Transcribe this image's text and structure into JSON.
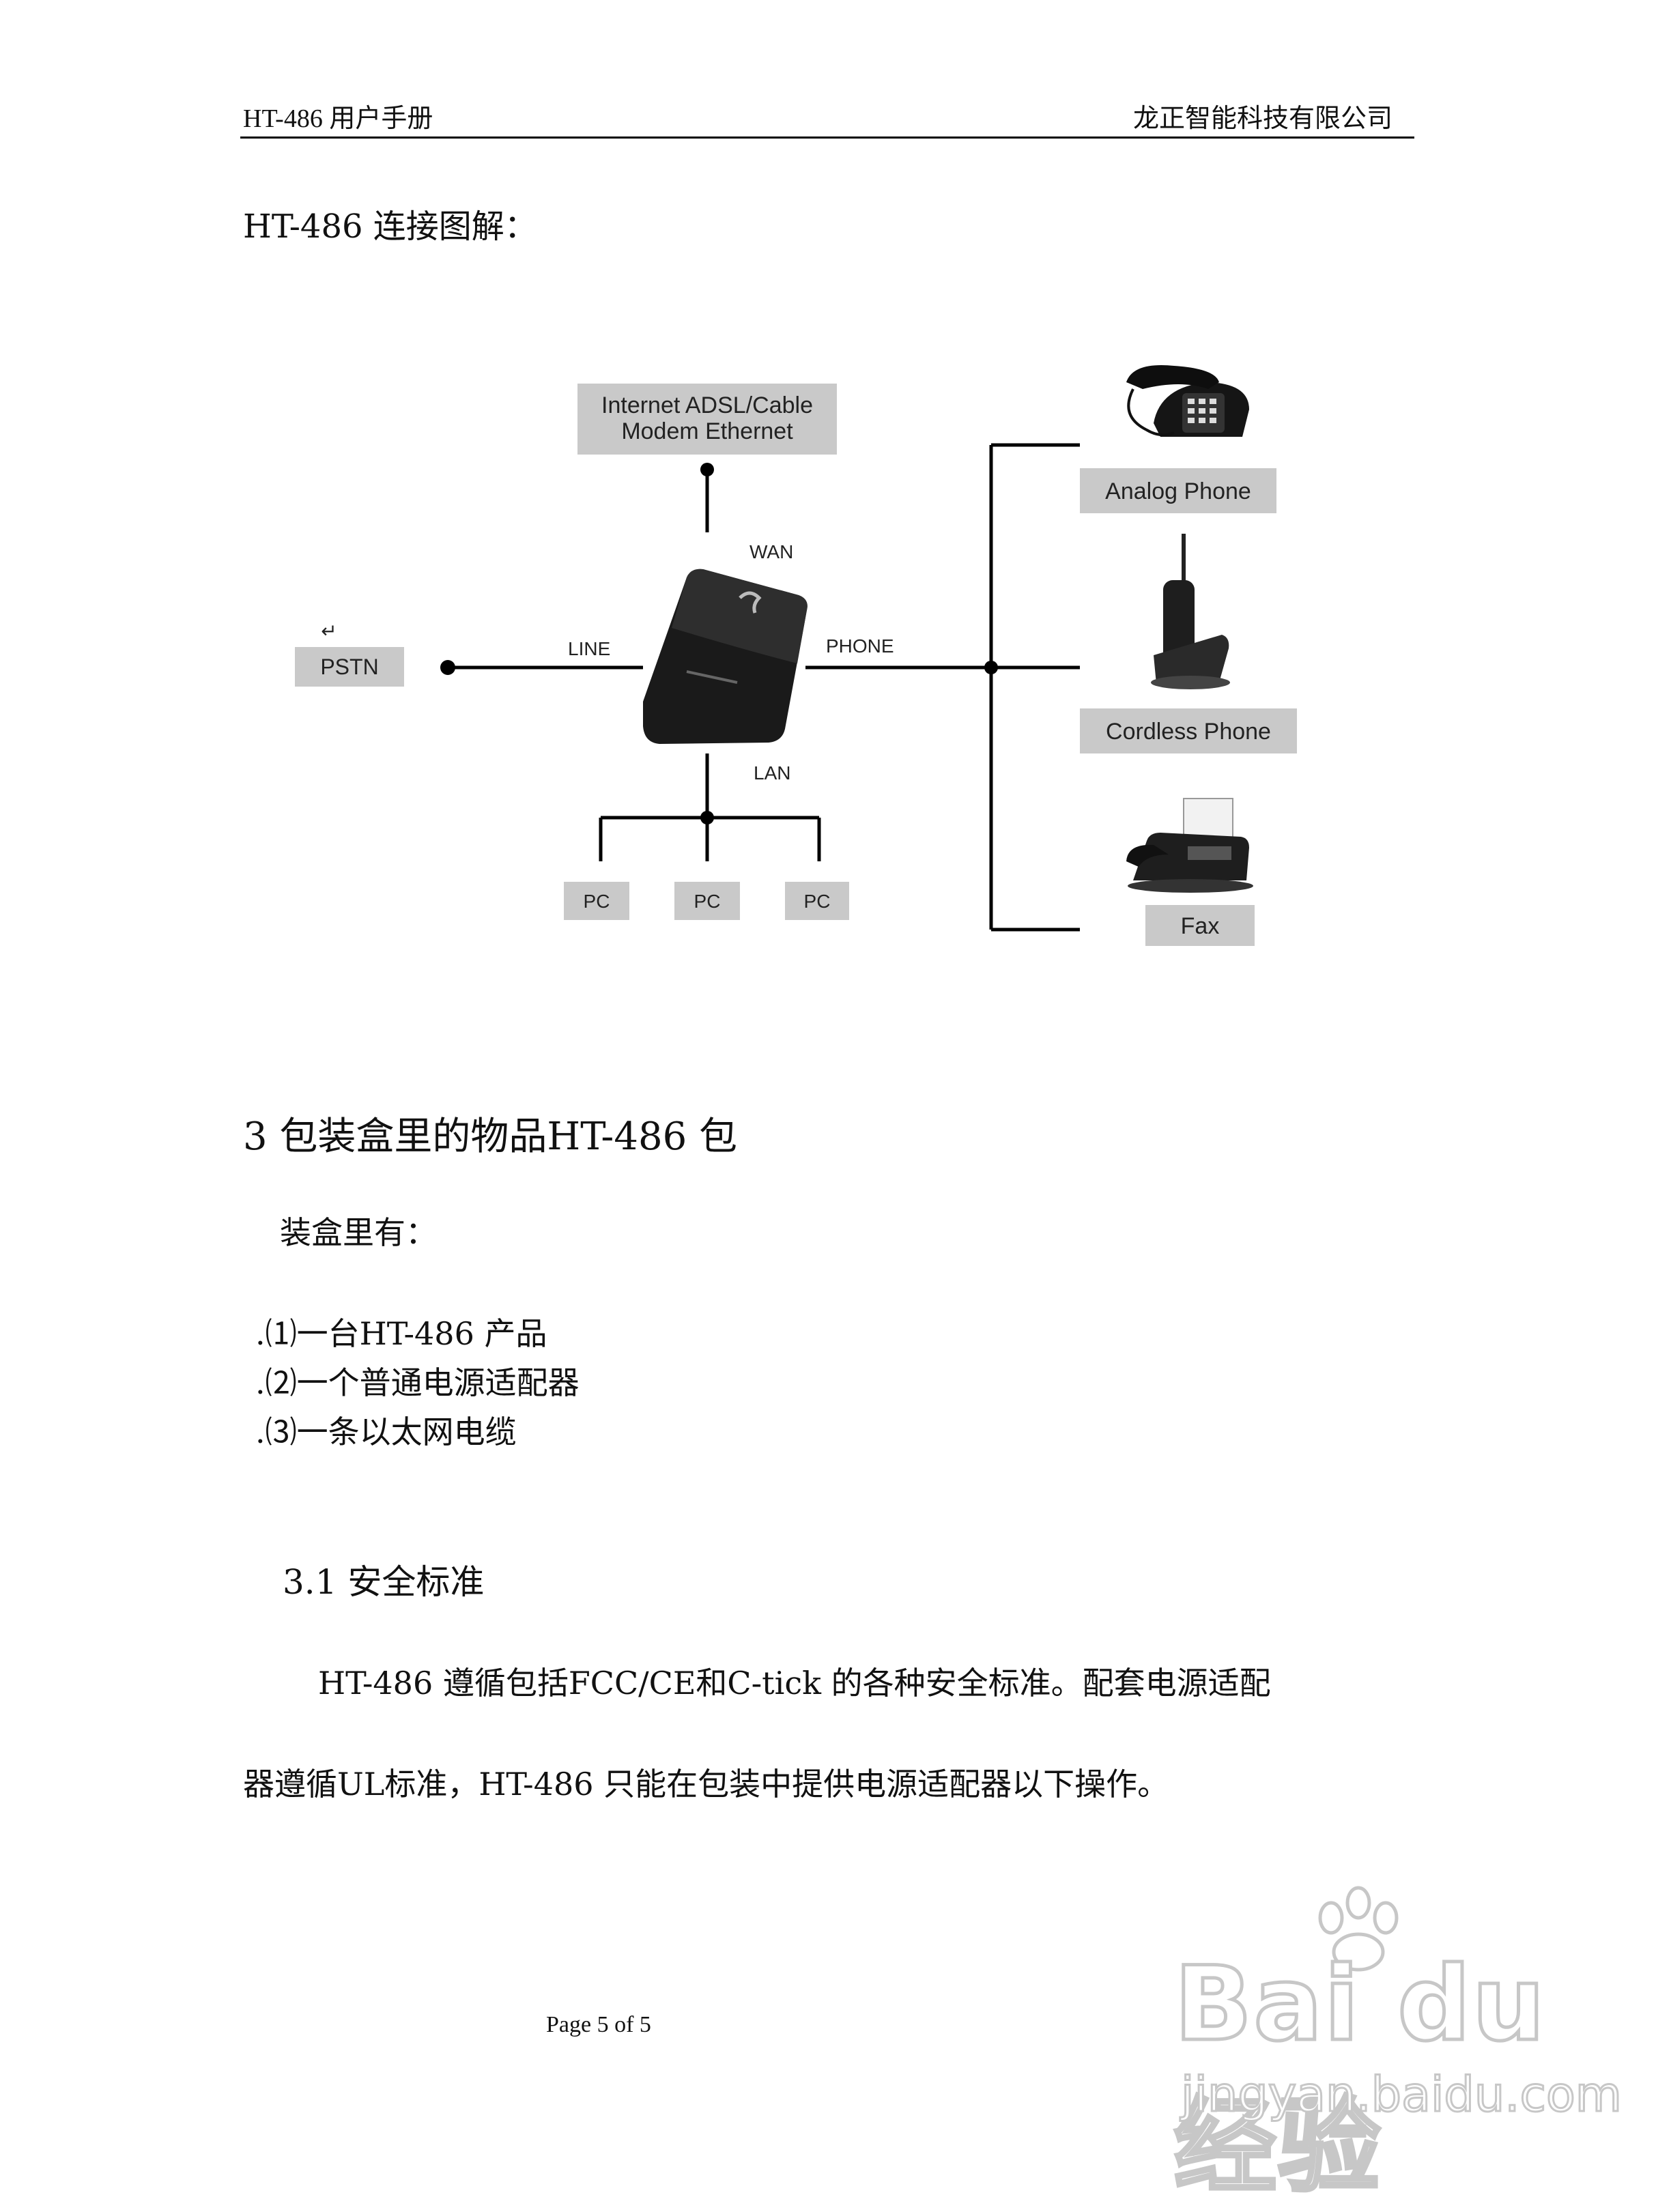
{
  "header": {
    "left": "HT-486 用户手册",
    "right": "龙正智能科技有限公司"
  },
  "diagram_title": "HT-486 连接图解：",
  "diagram": {
    "internet_line1": "Internet ADSL/Cable",
    "internet_line2": "Modem Ethernet",
    "wan": "WAN",
    "line": "LINE",
    "phone": "PHONE",
    "lan": "LAN",
    "pstn": "PSTN",
    "pc1": "PC",
    "pc2": "PC",
    "pc3": "PC",
    "analog_phone": "Analog Phone",
    "cordless_phone": "Cordless Phone",
    "fax": "Fax"
  },
  "section3": {
    "heading": "3 包装盒里的物品HT-486 包",
    "intro": "装盒里有：",
    "items": [
      ".⑴一台HT-486 产品",
      ".⑵一个普通电源适配器",
      ".⑶一条以太网电缆"
    ]
  },
  "section31": {
    "heading": "3.1 安全标准",
    "para_line1": "HT-486 遵循包括FCC/CE和C-tick 的各种安全标准。配套电源适配",
    "para_line2": "器遵循UL标准，HT-486 只能在包装中提供电源适配器以下操作。"
  },
  "footer": "Page 5 of 5",
  "watermark": {
    "brand": "Bai du 经验",
    "url": "jingyan.baidu.com"
  }
}
